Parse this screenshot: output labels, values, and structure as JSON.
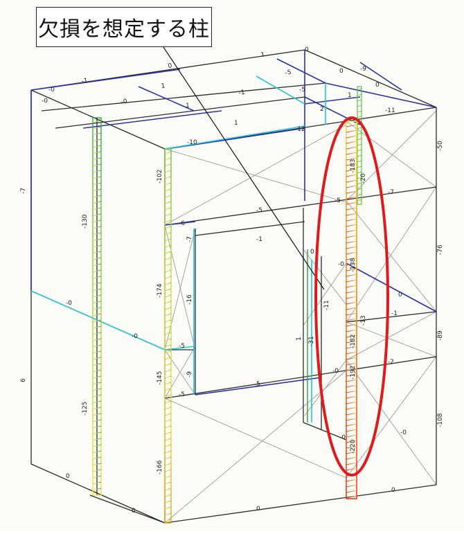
{
  "callout": {
    "text": "欠損を想定する柱"
  },
  "colors": {
    "frame": "#2a2a2a",
    "brace": "#9a9a9a",
    "beam_blue": "#2431a8",
    "beam_cyan": "#22c6d8",
    "highlight": "#e01a1a",
    "column_gradient": [
      "#f2e23a",
      "#9ad534",
      "#2fa84a",
      "#f0a020",
      "#e23c1c"
    ]
  },
  "labels": {
    "col_left": [
      "-7",
      "6"
    ],
    "col_mid_left": [
      "-130",
      "-125"
    ],
    "col_front_left": [
      "-102",
      "-174",
      "-145",
      "-166"
    ],
    "col_inner": [
      "-16",
      "-9",
      "-7"
    ],
    "col_opening": [
      "-11",
      "-31",
      "1"
    ],
    "col_target": [
      "-183",
      "-138",
      "-192",
      "-182",
      "-220"
    ],
    "col_target_side": [
      "-20",
      "-13"
    ],
    "col_right": [
      "-50",
      "-76",
      "-89",
      "-108"
    ],
    "beams_top": [
      "1",
      "0",
      "-1",
      "-0",
      "-0",
      "1",
      "-5",
      "0",
      "-1",
      "0",
      "-0",
      "1",
      "1",
      "1",
      "-5",
      "-11",
      "2",
      "-12",
      "-10",
      "0",
      "-9"
    ],
    "beams_mid": [
      "-6",
      "-5",
      "-1",
      "-5",
      "-7",
      "-0",
      "-1",
      "0",
      "0",
      "-0"
    ],
    "beams_low": [
      "-5",
      "-0",
      "-2",
      "5",
      "-5",
      "-0",
      "-0"
    ],
    "beams_base": [
      "0",
      "0",
      "0",
      "0",
      "-0"
    ]
  }
}
